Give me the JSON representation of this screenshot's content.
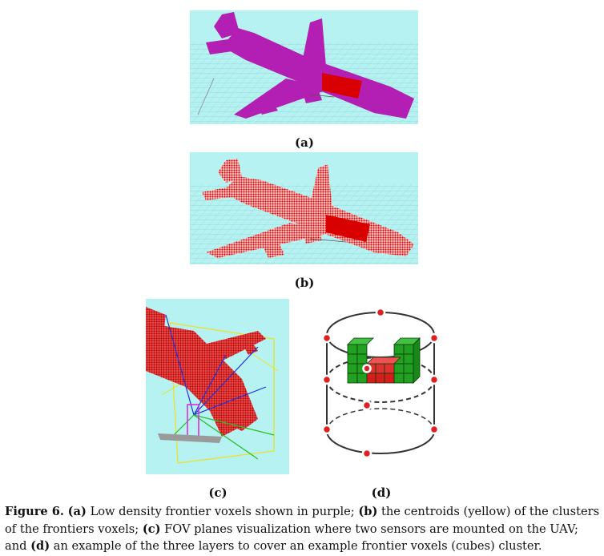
{
  "panels": [
    {
      "id": "a",
      "label": "(a)"
    },
    {
      "id": "b",
      "label": "(b)"
    },
    {
      "id": "c",
      "label": "(c)"
    },
    {
      "id": "d",
      "label": "(d)"
    }
  ],
  "caption": {
    "figure_label": "Figure 6.",
    "a_tag": "(a)",
    "a_text": " Low density frontier voxels shown in purple; ",
    "b_tag": "(b)",
    "b_text": " the centroids (yellow) of the clusters of the frontiers voxels; ",
    "c_tag": "(c)",
    "c_text": " FOV planes visualization where two sensors are mounted on the UAV; and ",
    "d_tag": "(d)",
    "d_text": " an example of the three layers to cover an example frontier voxels (cubes) cluster."
  },
  "colors": {
    "panel_bg": "#b6f2f2",
    "purple_voxels": "#b21fb2",
    "red_voxels": "#d80000",
    "green_cubes": "#1f9a1f",
    "red_cubes": "#d81c1c"
  }
}
